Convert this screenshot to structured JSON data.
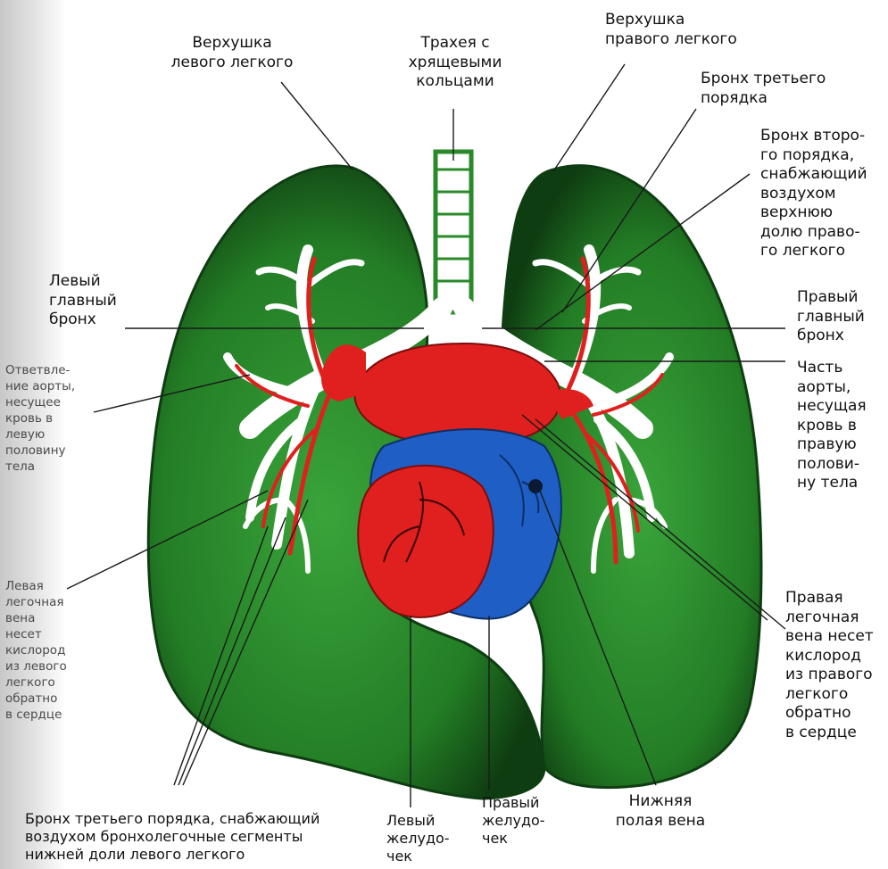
{
  "labels": {
    "apex_left": "Верхушка\nлевого легкого",
    "trachea": "Трахея с\nхрящевыми\nкольцами",
    "apex_right": "Верхушка\nправого легкого",
    "bronchus_third_right": "Бронх третьего\nпорядка",
    "bronchus_second_right": "Бронх второ-\nго порядка,\nснабжающий\nвоздухом\nверхнюю\nдолю право-\nго легкого",
    "main_bronchus_left": "Левый\nглавный\nбронх",
    "main_bronchus_right": "Правый\nглавный\nбронх",
    "aorta_branch_left": "Ответвле-\nние аорты,\nнесущее\nкровь в\nлевую\nполовину\nтела",
    "aorta_part_right": "Часть\nаорты,\nнесущая\nкровь в\nправую\nполови-\nну тела",
    "pulmonary_vein_left": "Левая\nлегочная\nвена\nнесет\nкислород\nиз левого\nлегкого\nобратно\nв сердце",
    "pulmonary_vein_right": "Правая\nлегочная\nвена несет\nкислород\nиз правого\nлегкого\nобратно\nв сердце",
    "bronchus_third_left": "Бронх третьего порядка, снабжающий\nвоздухом бронхолегочные сегменты\nнижней доли левого легкого",
    "left_ventricle": "Левый\nжелудо-\nчек",
    "right_ventricle": "Правый\nжелудо-\nчек",
    "vena_cava": "Нижняя\nполая вена"
  },
  "colors": {
    "lung_green": "#2a8a2a",
    "lung_dark": "#0f3d12",
    "artery_red": "#e0201e",
    "vein_blue": "#1f5ec4",
    "bronchus_white": "#ffffff",
    "leader_line": "#1a1a1a"
  }
}
